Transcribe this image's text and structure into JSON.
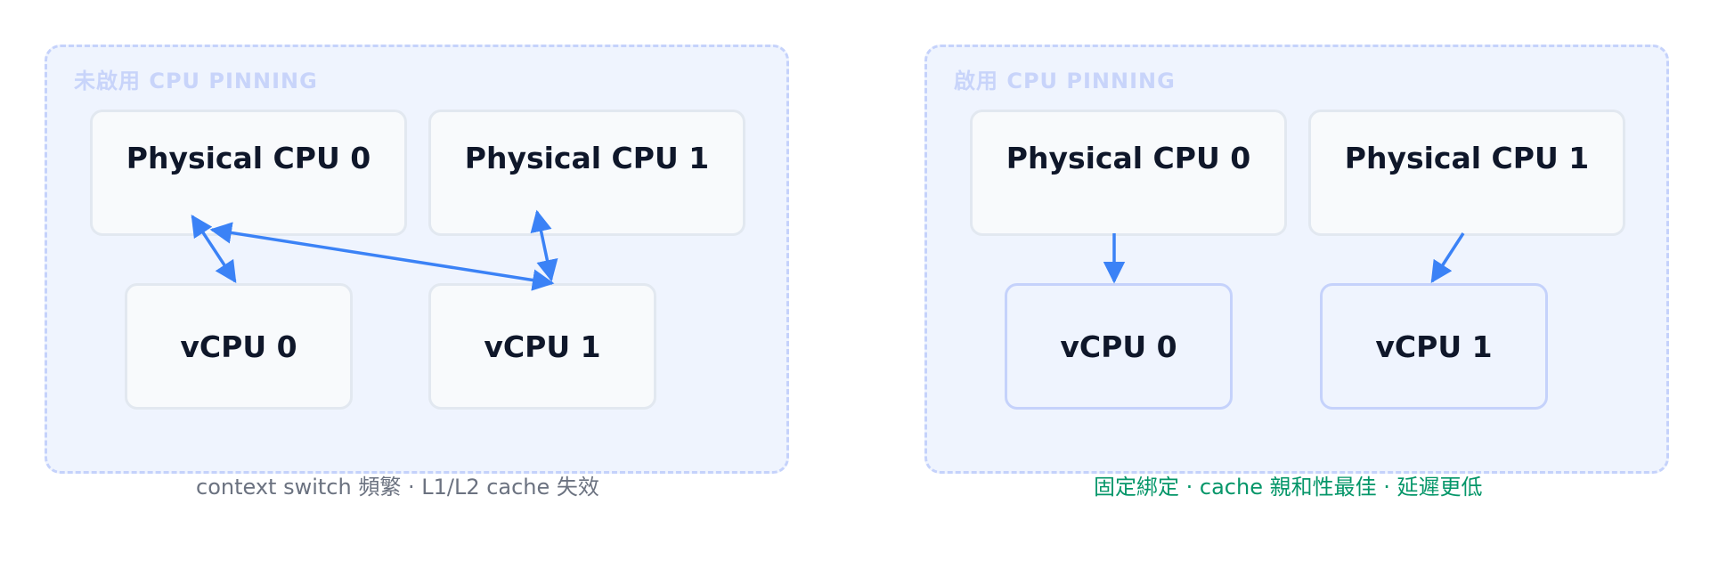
{
  "left_panel": {
    "title": "未啟用 CPU PINNING",
    "physical_cpus": [
      "Physical CPU 0",
      "Physical CPU 1"
    ],
    "vcpus": [
      "vCPU 0",
      "vCPU 1"
    ],
    "caption": "context switch 頻繁 · L1/L2 cache 失效"
  },
  "right_panel": {
    "title": "啟用 CPU PINNING",
    "physical_cpus": [
      "Physical CPU 0",
      "Physical CPU 1"
    ],
    "vcpus": [
      "vCPU 0",
      "vCPU 1"
    ],
    "caption": "固定綁定 · cache 親和性最佳 · 延遲更低"
  },
  "colors": {
    "arrow": "#3b82f6",
    "panel_border": "#c5d2fb",
    "panel_fill": "#eff4fe",
    "positive_caption": "#059669",
    "neutral_caption": "#6b7280"
  },
  "icons": [
    "bidirectional-arrow",
    "down-arrow"
  ]
}
